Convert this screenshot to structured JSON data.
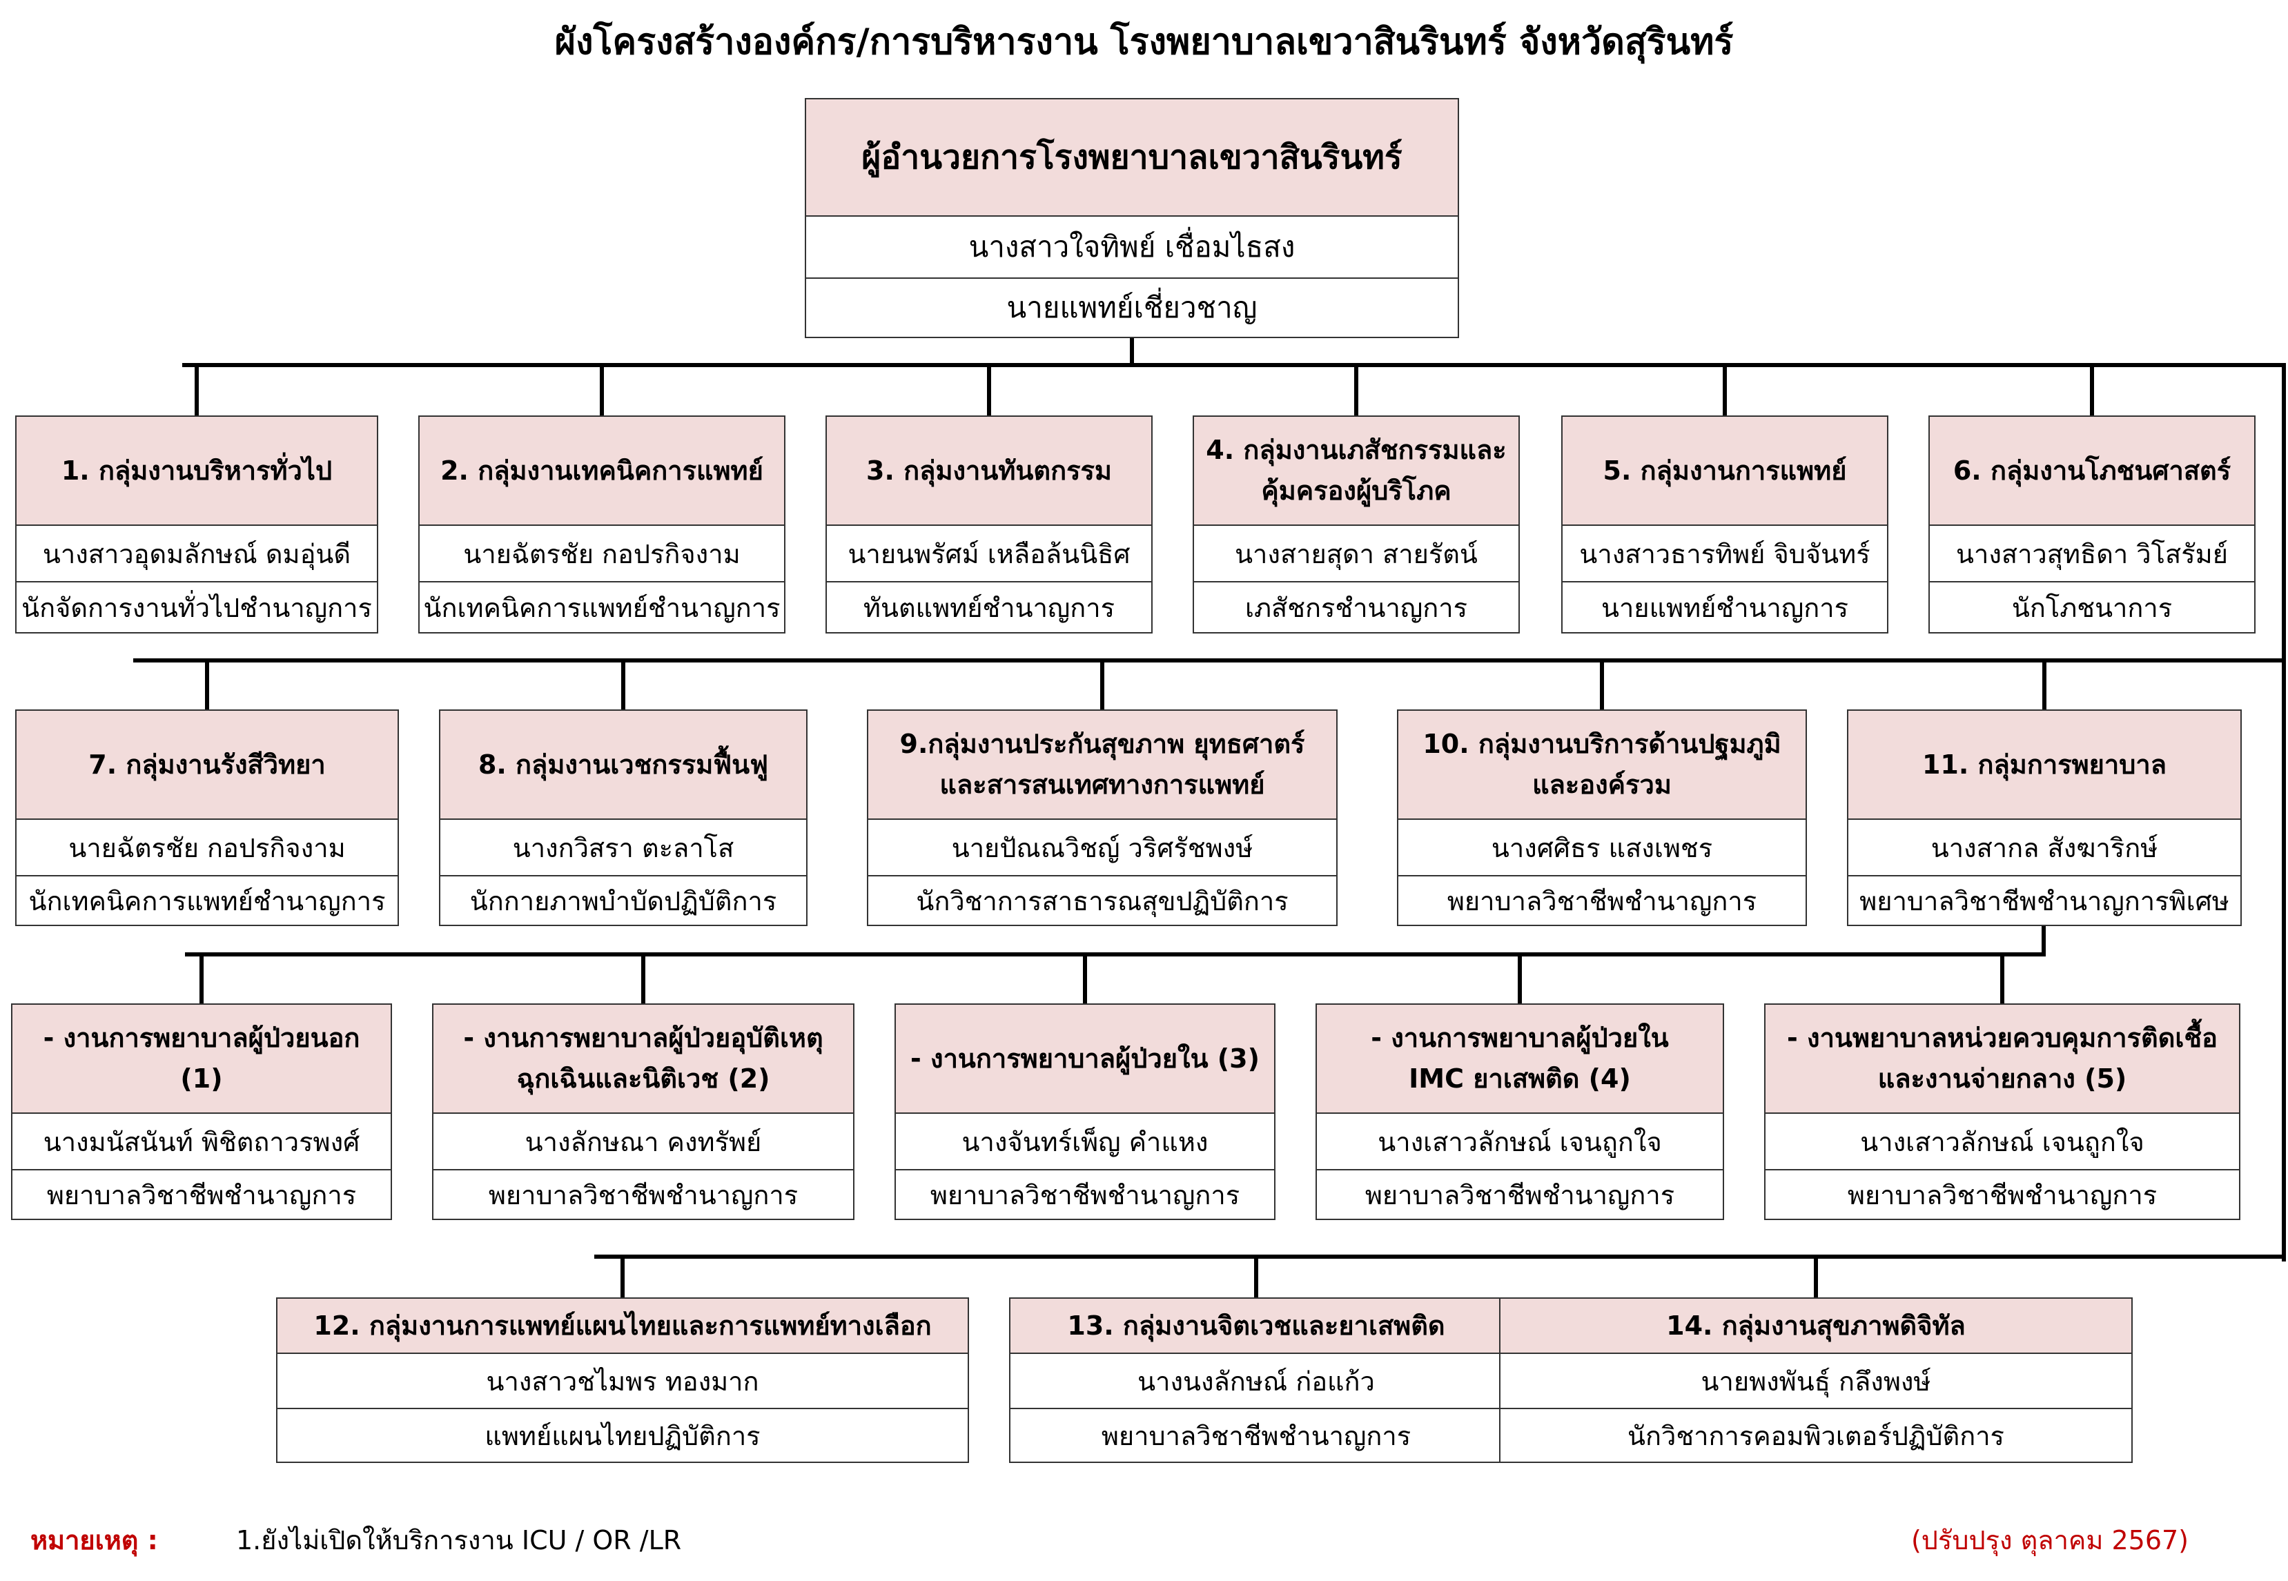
{
  "title": "ผังโครงสร้างองค์กร/การบริหารงาน โรงพยาบาลเขวาสินรินทร์  จังหวัดสุรินทร์",
  "director": {
    "title": "ผู้อำนวยการโรงพยาบาลเขวาสินรินทร์",
    "name": "นางสาวใจทิพย์  เชื่อมไธสง",
    "position": "นายแพทย์เชี่ยวชาญ"
  },
  "groups": [
    {
      "title": "1. กลุ่มงานบริหารทั่วไป",
      "name": "นางสาวอุดมลักษณ์  ดมอุ่นดี",
      "position": "นักจัดการงานทั่วไปชำนาญการ"
    },
    {
      "title": "2. กลุ่มงานเทคนิคการแพทย์",
      "name": "นายฉัตรชัย  กอปรกิจงาม",
      "position": "นักเทคนิคการแพทย์ชำนาญการ"
    },
    {
      "title": "3. กลุ่มงานทันตกรรม",
      "name": "นายนพรัศม์  เหลือล้นนิธิศ",
      "position": "ทันตแพทย์ชำนาญการ"
    },
    {
      "title": "4. กลุ่มงานเภสัชกรรมและ\nคุ้มครองผู้บริโภค",
      "name": "นางสายสุดา  สายรัตน์",
      "position": "เภสัชกรชำนาญการ"
    },
    {
      "title": "5. กลุ่มงานการแพทย์",
      "name": "นางสาวธารทิพย์  จิบจันทร์",
      "position": "นายแพทย์ชำนาญการ"
    },
    {
      "title": "6. กลุ่มงานโภชนศาสตร์",
      "name": "นางสาวสุทธิดา  วิโสรัมย์",
      "position": "นักโภชนาการ"
    },
    {
      "title": "7. กลุ่มงานรังสีวิทยา",
      "name": "นายฉัตรชัย  กอปรกิจงาม",
      "position": "นักเทคนิคการแพทย์ชำนาญการ"
    },
    {
      "title": "8. กลุ่มงานเวชกรรมฟื้นฟู",
      "name": "นางกวิสรา  ตะลาโส",
      "position": "นักกายภาพบำบัดปฏิบัติการ"
    },
    {
      "title": "9.กลุ่มงานประกันสุขภาพ ยุทธศาตร์\nและสารสนเทศทางการแพทย์",
      "name": "นายปัณณวิชญ์  วริศรัชพงษ์",
      "position": "นักวิชาการสาธารณสุขปฏิบัติการ"
    },
    {
      "title": "10. กลุ่มงานบริการด้านปฐมภูมิ\nและองค์รวม",
      "name": "นางศศิธร  แสงเพชร",
      "position": "พยาบาลวิชาชีพชำนาญการ"
    },
    {
      "title": "11. กลุ่มการพยาบาล",
      "name": "นางสากล  สังฆาริกษ์",
      "position": "พยาบาลวิชาชีพชำนาญการพิเศษ"
    },
    {
      "title": "- งานการพยาบาลผู้ป่วยนอก\n(1)",
      "name": "นางมนัสนันท์  พิชิตถาวรพงศ์",
      "position": "พยาบาลวิชาชีพชำนาญการ"
    },
    {
      "title": "- งานการพยาบาลผู้ป่วยอุบัติเหตุ\nฉุกเฉินและนิติเวช (2)",
      "name": "นางลักษณา  คงทรัพย์",
      "position": "พยาบาลวิชาชีพชำนาญการ"
    },
    {
      "title": "- งานการพยาบาลผู้ป่วยใน (3)",
      "name": "นางจันทร์เพ็ญ  คำแหง",
      "position": "พยาบาลวิชาชีพชำนาญการ"
    },
    {
      "title": "- งานการพยาบาลผู้ป่วยใน\nIMC ยาเสพติด (4)",
      "name": "นางเสาวลักษณ์  เจนถูกใจ",
      "position": "พยาบาลวิชาชีพชำนาญการ"
    },
    {
      "title": "- งานพยาบาลหน่วยควบคุมการติดเชื้อ\nและงานจ่ายกลาง (5)",
      "name": "นางเสาวลักษณ์  เจนถูกใจ",
      "position": "พยาบาลวิชาชีพชำนาญการ"
    },
    {
      "title": "12. กลุ่มงานการแพทย์แผนไทยและการแพทย์ทางเลือก",
      "name": "นางสาวชไมพร  ทองมาก",
      "position": "แพทย์แผนไทยปฏิบัติการ"
    },
    {
      "title": "13. กลุ่มงานจิตเวชและยาเสพติด",
      "name": "นางนงลักษณ์  ก่อแก้ว",
      "position": "พยาบาลวิชาชีพชำนาญการ"
    },
    {
      "title": "14. กลุ่มงานสุขภาพดิจิทัล",
      "name": "นายพงพันธุ์  กลึงพงษ์",
      "position": "นักวิชาการคอมพิวเตอร์ปฏิบัติการ"
    }
  ],
  "note": {
    "label": "หมายเหตุ :",
    "text": "1.ยังไม่เปิดให้บริการงาน ICU / OR /LR",
    "revised": "(ปรับปรุง ตุลาคม 2567)"
  },
  "colors": {
    "header_fill": "#f2dcdb",
    "border": "#333333",
    "note": "#c00000"
  }
}
